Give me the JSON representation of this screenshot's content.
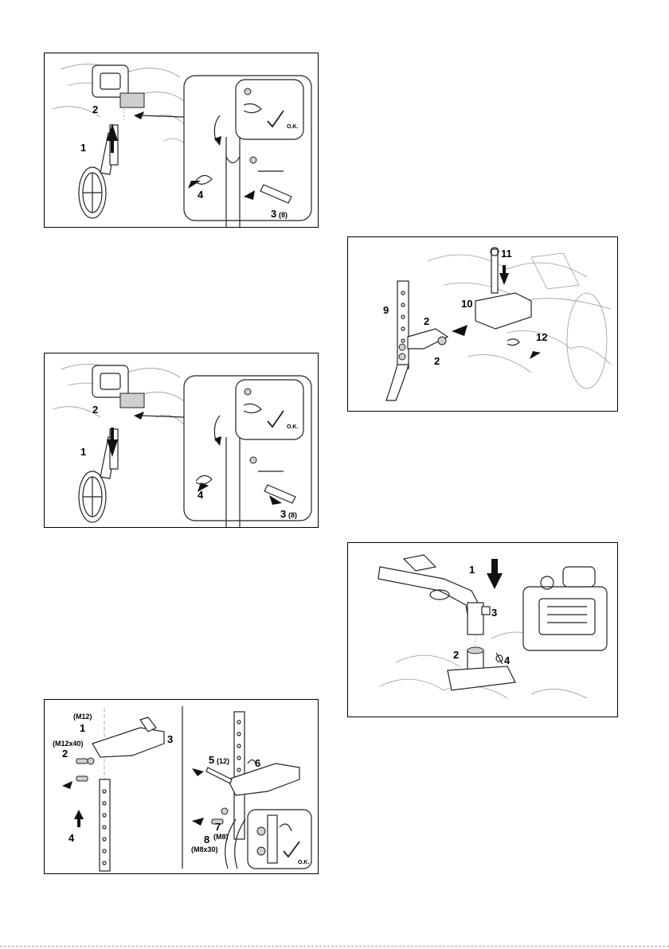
{
  "figures": {
    "fig1": {
      "labels": [
        "1",
        "2",
        "3",
        "(8)",
        "4"
      ],
      "ok": "O.K."
    },
    "fig2": {
      "labels": [
        "1",
        "2",
        "3",
        "(8)",
        "4"
      ],
      "ok": "O.K."
    },
    "fig3": {
      "labels": [
        "(M12)",
        "1",
        "(M12x40)",
        "2",
        "3",
        "4",
        "5",
        "(12)",
        "6",
        "7",
        "(M8)",
        "8",
        "(M8x30)"
      ],
      "ok": "O.K."
    },
    "fig4": {
      "labels": [
        "11",
        "9",
        "10",
        "2",
        "2",
        "12"
      ]
    },
    "fig5": {
      "labels": [
        "1",
        "3",
        "2",
        "4"
      ]
    }
  },
  "icons": {
    "check": "check-mark-icon",
    "arrow": "direction-arrow-icon",
    "nut": "hex-nut-icon",
    "clip": "r-clip-pin-icon"
  }
}
